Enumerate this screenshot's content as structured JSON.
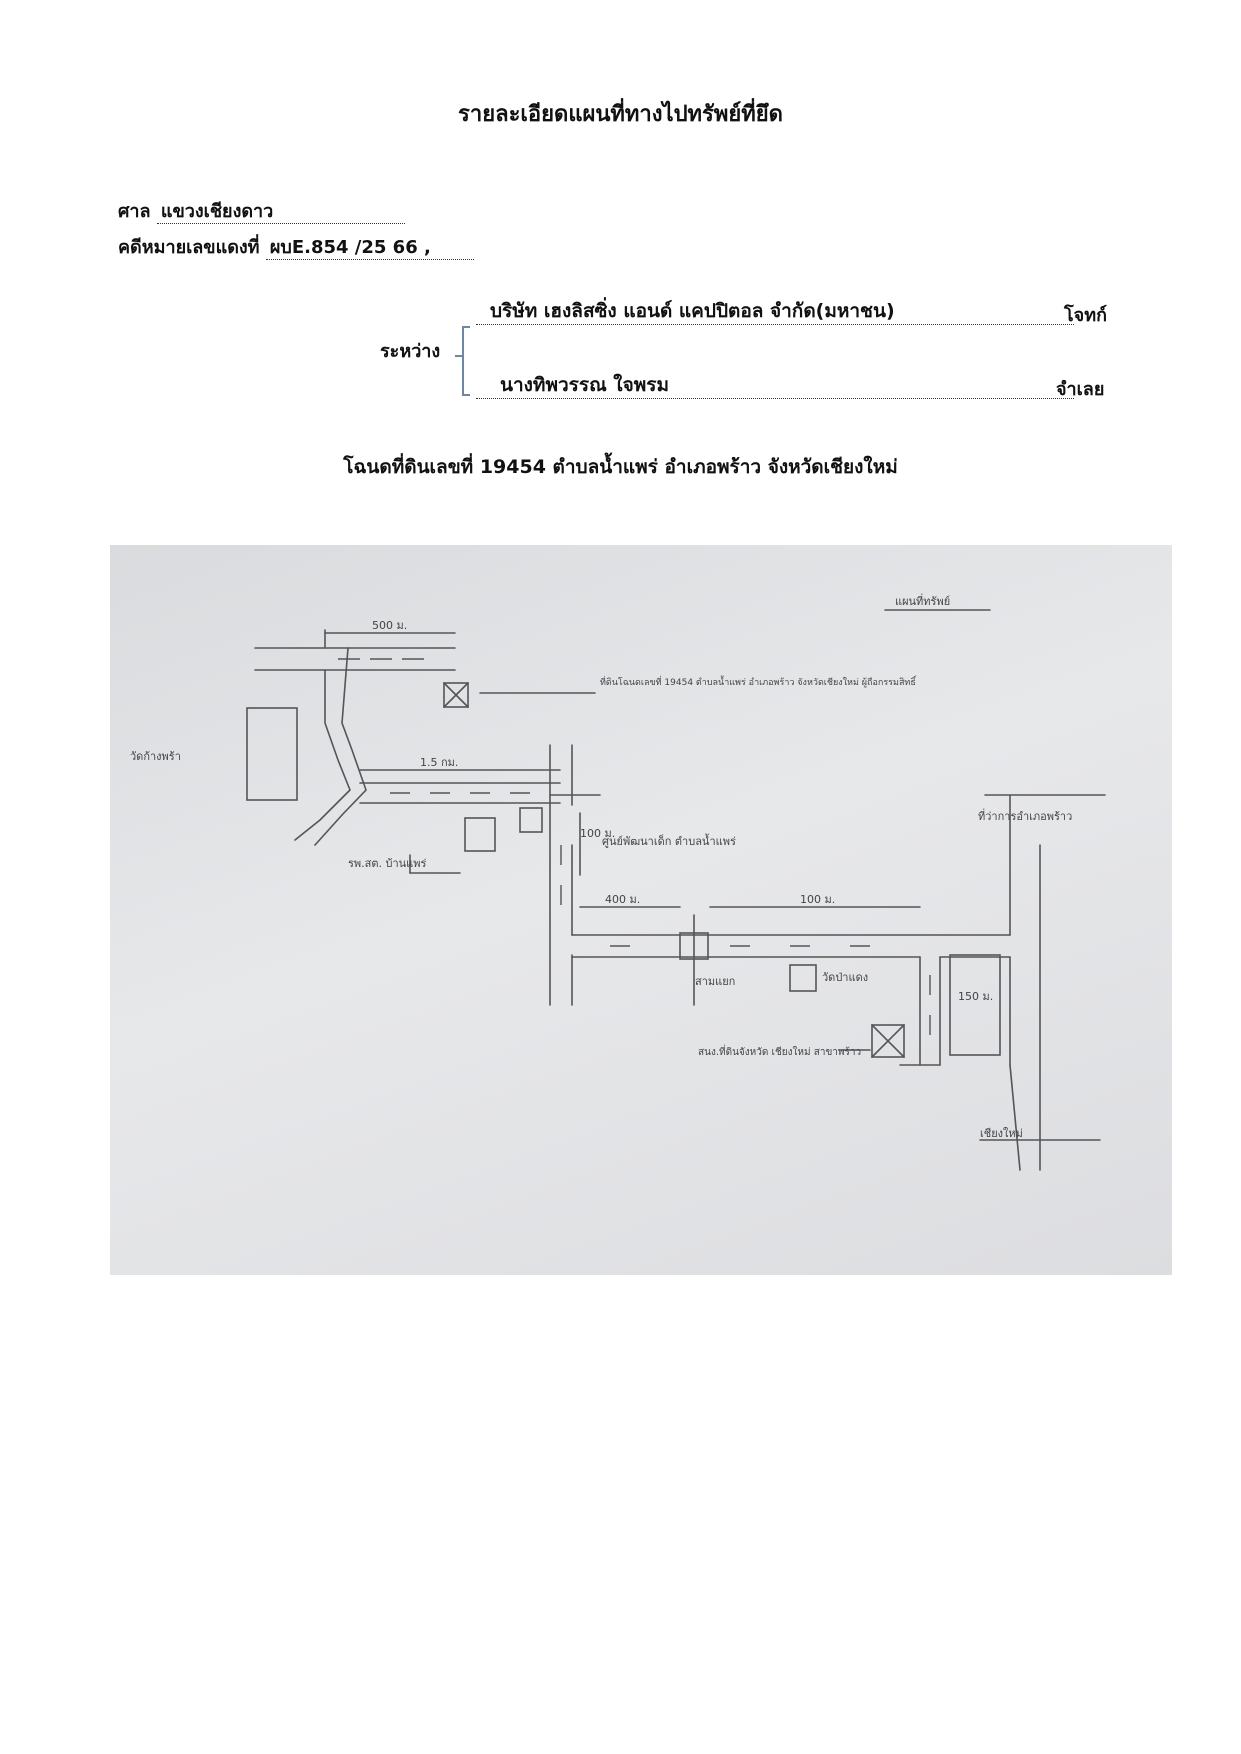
{
  "document": {
    "title": "รายละเอียดแผนที่ทางไปทรัพย์ที่ยึด",
    "court_label": "ศาล",
    "court_value": "แขวงเชียงดาว",
    "case_label": "คดีหมายเลขแดงที่",
    "case_value": "ผบE.854 /25 66 ,",
    "between_label": "ระหว่าง",
    "plaintiff_name": "บริษัท เฮงลิสซิ่ง แอนด์ แคปปิตอล จำกัด(มหาชน)",
    "plaintiff_role": "โจทก์",
    "defendant_name": "นางทิพวรรณ ใจพรม",
    "defendant_role": "จำเลย",
    "deed_line": "โฉนดที่ดินเลขที่ 19454 ตำบลน้ำแพร่ อำเภอพร้าว จังหวัดเชียงใหม่"
  },
  "map": {
    "header": "แผนที่ทรัพย์",
    "distance_top": "500 ม.",
    "distance_mid": "1.5 กม.",
    "distance_vertical": "100 ม.",
    "distance_left_road": "400 ม.",
    "distance_right_road": "100 ม.",
    "distance_right_vertical": "150 ม.",
    "property_note": "ที่ดินโฉนดเลขที่ 19454 ตำบลน้ำแพร่ อำเภอพร้าว จังหวัดเชียงใหม่ ผู้ถือกรรมสิทธิ์",
    "temple_left": "วัดก้างพร้า",
    "health_post": "รพ.สต. บ้านแพร่",
    "center_note": "ศูนย์พัฒนาเด็ก ตำบลน้ำแพร่",
    "district_office": "ที่ว่าการอำเภอพร้าว",
    "junction": "สามแยก",
    "temple_right": "วัดป่าแดง",
    "land_office": "สนง.ที่ดินจังหวัด เชียงใหม่ สาขาพร้าว",
    "chiangmai": "เชียงใหม่"
  }
}
